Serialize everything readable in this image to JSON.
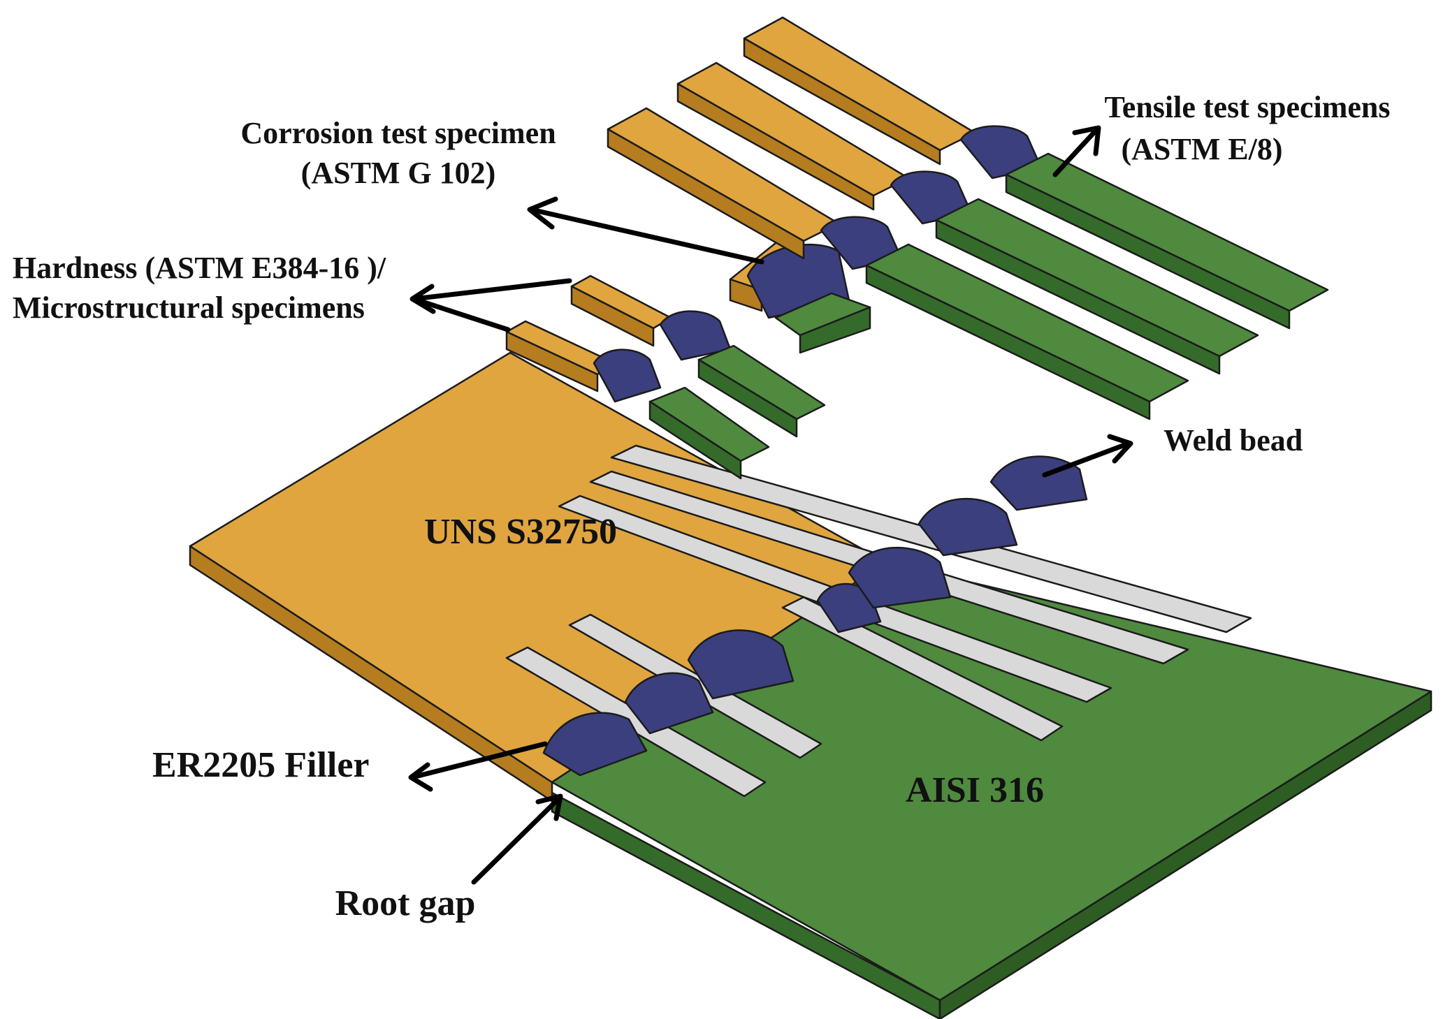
{
  "labels": {
    "tensile_line1": "Tensile test specimens",
    "tensile_line2": "(ASTM E/8)",
    "corrosion_line1": "Corrosion test specimen",
    "corrosion_line2": "(ASTM G 102)",
    "hardness_line1": "Hardness (ASTM E384-16 )/",
    "hardness_line2": "Microstructural specimens",
    "weld_bead": "Weld bead",
    "uns": "UNS S32750",
    "aisi": "AISI 316",
    "filler": "ER2205 Filler",
    "root_gap": "Root gap"
  },
  "colors": {
    "uns_top": "#e0a53f",
    "uns_side": "#b57d1f",
    "aisi_top": "#4f8a3f",
    "aisi_side": "#356b2a",
    "weld": "#3b3f7e",
    "weld_dark": "#23265a",
    "slot": "#d9d9d9",
    "outline": "#1b1b1b"
  }
}
